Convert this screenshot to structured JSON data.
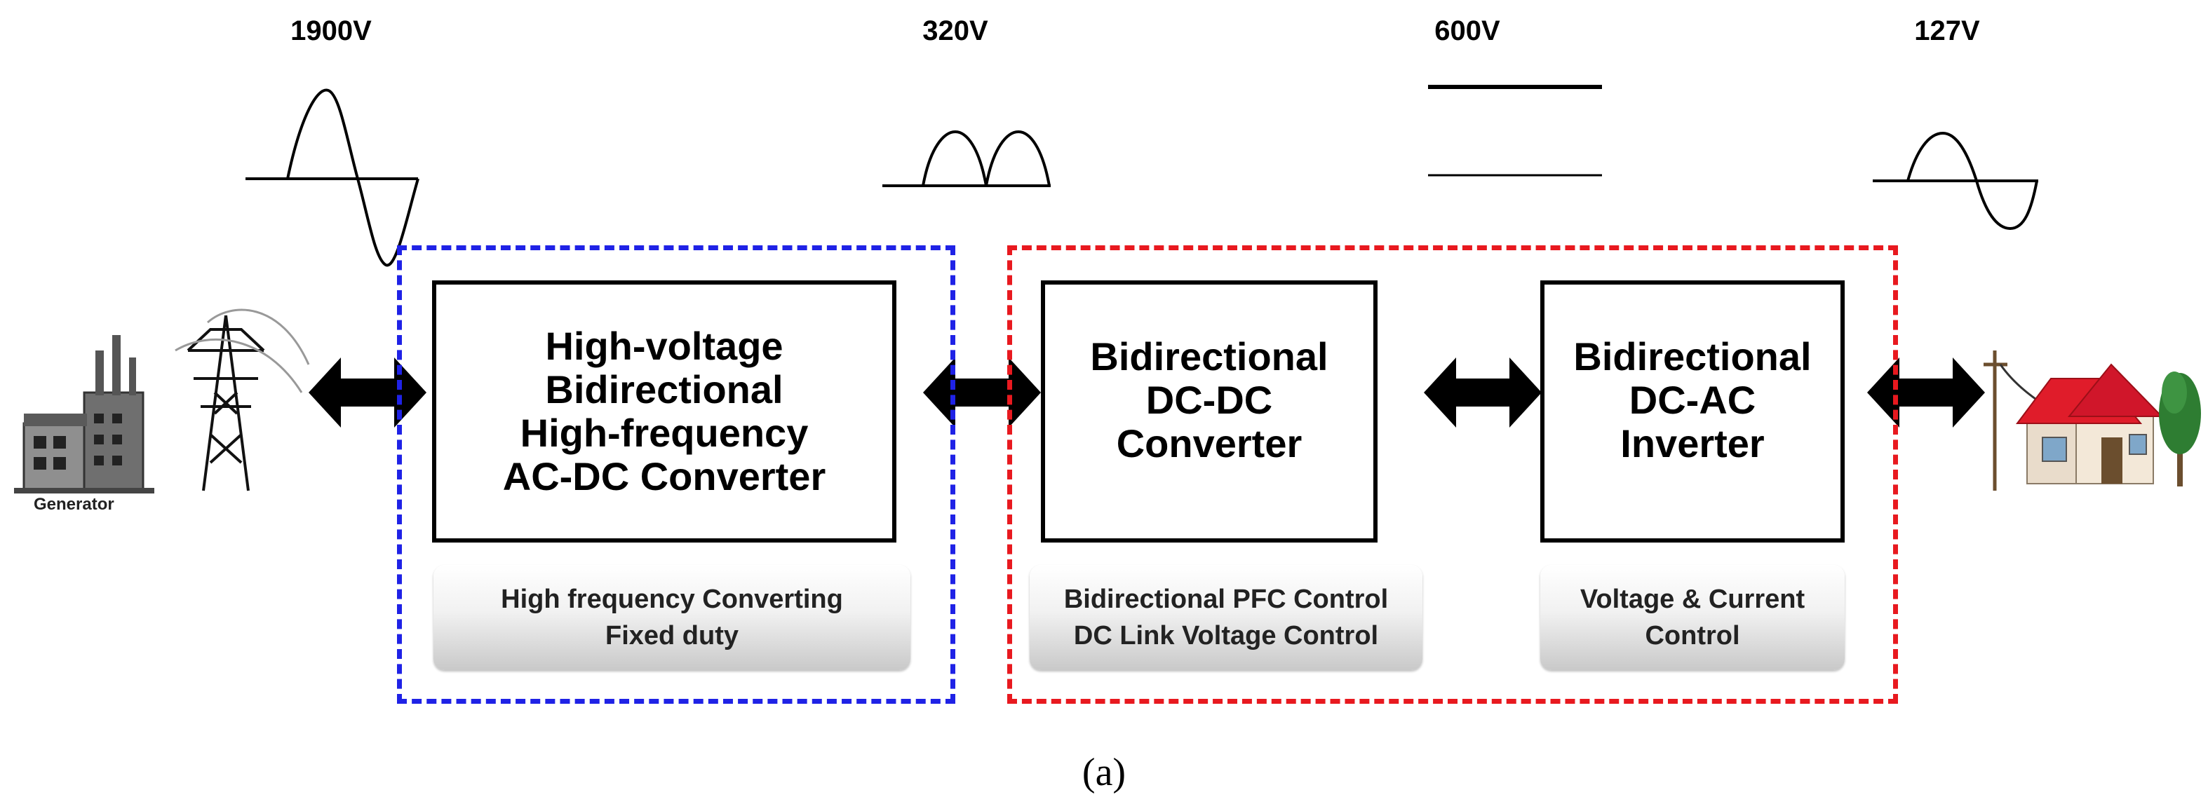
{
  "voltages": {
    "v1": "1900V",
    "v2": "320V",
    "v3": "600V",
    "v4": "127V"
  },
  "blocks": {
    "ac_dc": [
      "High-voltage",
      "Bidirectional",
      "High-frequency",
      "AC-DC Converter"
    ],
    "dc_dc": [
      "Bidirectional",
      "DC-DC",
      "Converter"
    ],
    "dc_ac": [
      "Bidirectional",
      "DC-AC",
      "Inverter"
    ]
  },
  "controls": {
    "ac_dc": [
      "High frequency  Converting",
      "Fixed duty"
    ],
    "dc_dc": [
      "Bidirectional  PFC Control",
      "DC Link Voltage Control"
    ],
    "dc_ac": [
      "Voltage & Current",
      "Control"
    ]
  },
  "generator_label": "Generator",
  "caption": "(a)",
  "colors": {
    "blue_dash": "#1f22e6",
    "red_dash": "#e8191f",
    "house_roof": "#e01c2a",
    "tree": "#2e7d32"
  },
  "icons": [
    "generator-icon",
    "transmission-tower-icon",
    "utility-pole-icon",
    "house-icon",
    "tree-icon"
  ]
}
